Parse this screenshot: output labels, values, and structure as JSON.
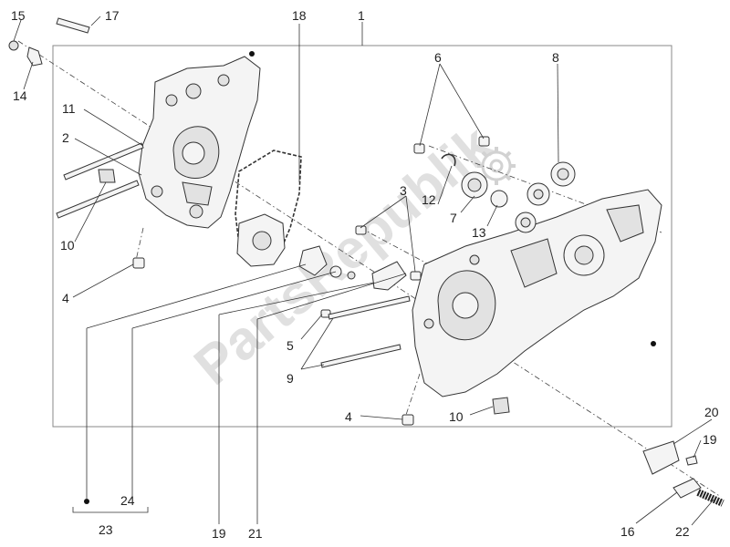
{
  "watermark": "PartsRepublik",
  "labels": {
    "l1": "1",
    "l2": "2",
    "l3": "3",
    "l4a": "4",
    "l4b": "4",
    "l5": "5",
    "l6": "6",
    "l7": "7",
    "l8": "8",
    "l9": "9",
    "l10a": "10",
    "l10b": "10",
    "l11": "11",
    "l12": "12",
    "l13": "13",
    "l14": "14",
    "l15": "15",
    "l16": "16",
    "l17": "17",
    "l18": "18",
    "l19a": "19",
    "l19b": "19",
    "l20": "20",
    "l21": "21",
    "l22": "22",
    "l23": "23",
    "l24": "24"
  }
}
